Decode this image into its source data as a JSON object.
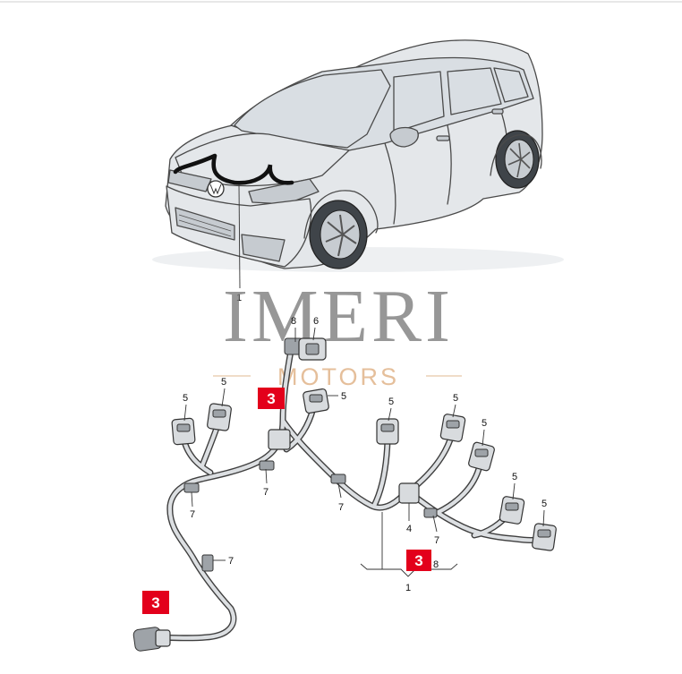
{
  "watermark": {
    "brand": "IMERI",
    "sub": "MOTORS"
  },
  "colors": {
    "badge": "#e3001b",
    "watermark_main": "#7a7a7a",
    "watermark_sub": "#e0b48a"
  },
  "labels": {
    "car_harness": "1",
    "connector_top": "8",
    "connector_top_b": "6",
    "connector_5": "5",
    "clip_7": "7",
    "junction_4": "4",
    "group_8": "8",
    "group_1": "1"
  },
  "badges": {
    "upper": "3",
    "lower_right": "3",
    "lower_left": "3"
  }
}
